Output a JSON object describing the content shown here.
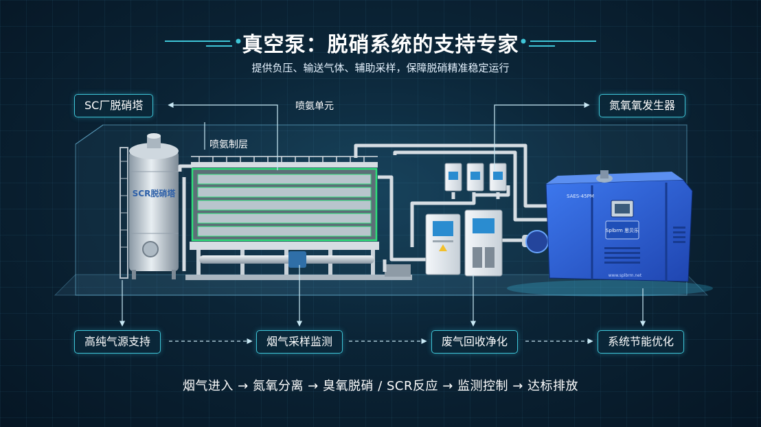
{
  "header": {
    "title": "真空泵：脱硝系统的支持专家",
    "subtitle": "提供负压、输送气体、辅助采样，保障脱硝精准稳定运行"
  },
  "top_labels": {
    "scr_tower": "SC厂脱硝塔",
    "ammonia_unit": "喷氨单元",
    "ammonia_layer": "喷氨制层",
    "ozone_generator": "氮氧氧发生器"
  },
  "equipment": {
    "tower_text": "SCR脱硝塔",
    "pump_model": "SAES-45PM",
    "pump_brand": "Splbrm 思贝乐",
    "pump_site": "www.splbrm.net"
  },
  "bottom_labels": [
    {
      "label": "高纯气源支持"
    },
    {
      "label": "烟气采样监测"
    },
    {
      "label": "废气回收净化"
    },
    {
      "label": "系统节能优化"
    }
  ],
  "process_flow": "烟气进入 → 氮氧分离 → 臭氧脱硝 / SCR反应 → 监测控制 → 达标排放",
  "colors": {
    "accent_cyan": "#3fc6d8",
    "ammonia_green": "#2fe07a",
    "pump_blue": "#2f63d8"
  }
}
